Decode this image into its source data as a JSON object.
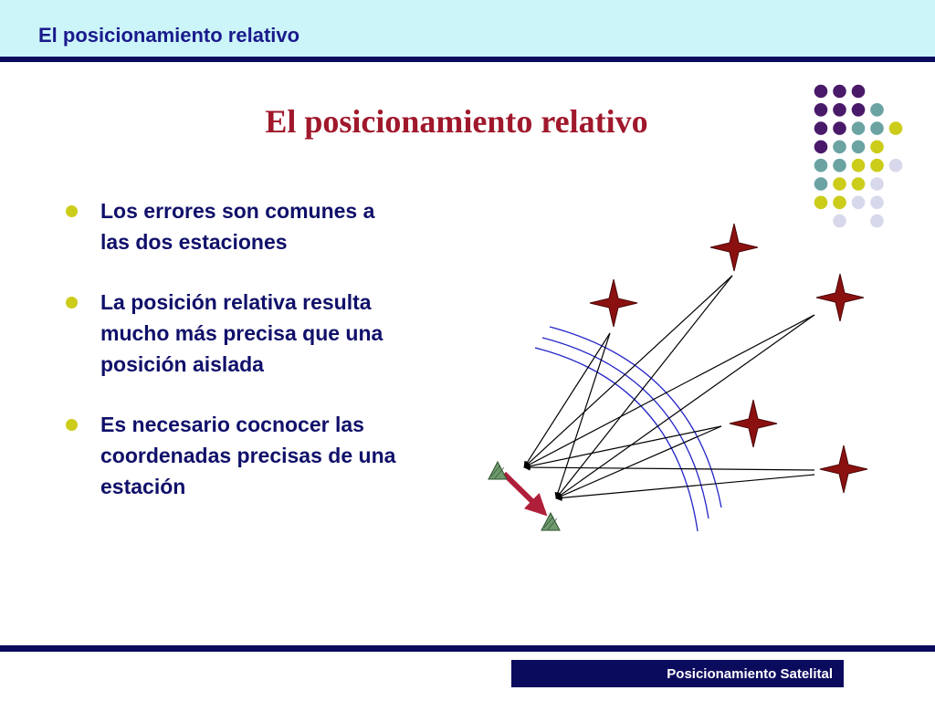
{
  "header": {
    "title": "El posicionamiento relativo"
  },
  "slide": {
    "title": "El posicionamiento relativo",
    "bullets": [
      {
        "lines": [
          "Los errores son comunes a",
          "las dos estaciones"
        ]
      },
      {
        "lines": [
          "La posición relativa resulta",
          "mucho más precisa que una",
          "posición aislada"
        ]
      },
      {
        "lines": [
          "Es necesario cocnocer las",
          "coordenadas precisas de una",
          "estación"
        ]
      }
    ]
  },
  "footer": {
    "label": "Posicionamiento Satelital"
  },
  "colors": {
    "header_band": "#ccf5f9",
    "header_text": "#1a1a8c",
    "rule": "#0b0b5e",
    "title": "#a0182c",
    "bullet_text": "#10106a",
    "bullet_dot": "#cccc1a",
    "star": "#8b1111",
    "arc": "#2424c8",
    "arrow": "#b01f3a",
    "station": "#6e9a6e",
    "dot_purple": "#4a1a6a",
    "dot_teal": "#6ba3a3",
    "dot_yellow": "#cccc1a",
    "dot_lavender": "#d8d8ec"
  },
  "icons": {
    "satellite": "four-point-star",
    "station": "triangle",
    "bullet": "filled-circle"
  }
}
